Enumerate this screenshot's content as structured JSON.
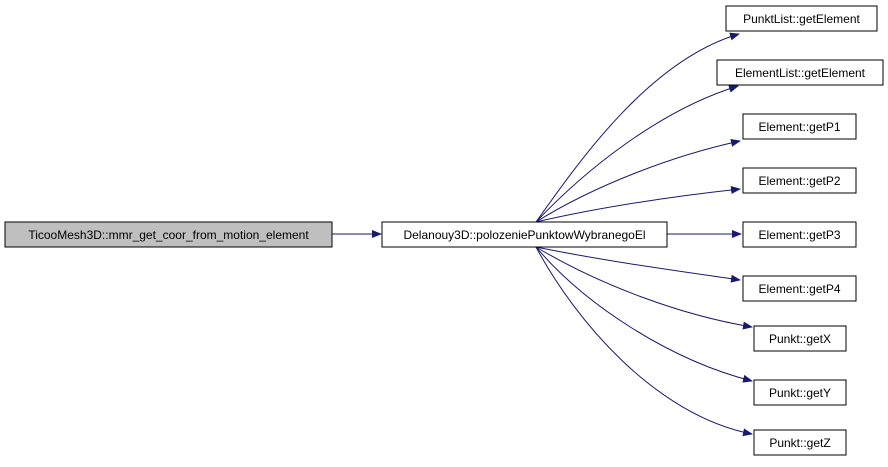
{
  "diagram": {
    "type": "call-graph",
    "colors": {
      "edge": "#191970",
      "root_fill": "#bfbfbf",
      "node_fill": "#ffffff",
      "node_stroke": "#000000"
    },
    "root": {
      "label": "TicooMesh3D::mmr_get_coor_from_motion_element"
    },
    "middle": {
      "label": "Delanouy3D::polozeniePunktowWybranegoEl"
    },
    "callees": [
      {
        "label": "PunktList::getElement"
      },
      {
        "label": "ElementList::getElement"
      },
      {
        "label": "Element::getP1"
      },
      {
        "label": "Element::getP2"
      },
      {
        "label": "Element::getP3"
      },
      {
        "label": "Element::getP4"
      },
      {
        "label": "Punkt::getX"
      },
      {
        "label": "Punkt::getY"
      },
      {
        "label": "Punkt::getZ"
      }
    ]
  }
}
